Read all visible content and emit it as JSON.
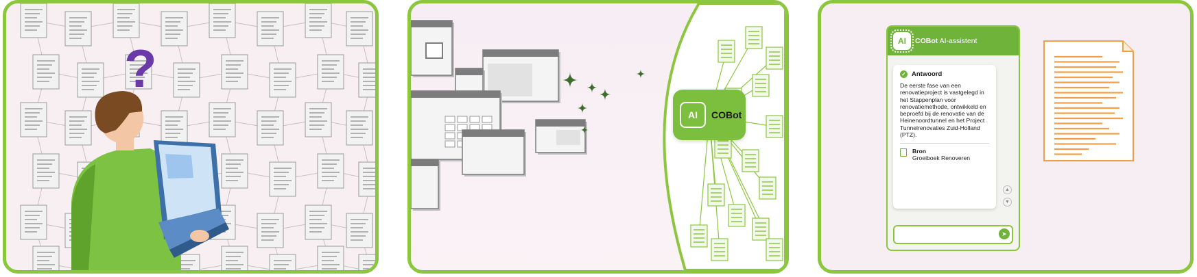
{
  "panel2": {
    "badge_chip": "AI",
    "badge_label": "COBot"
  },
  "panel3": {
    "chat": {
      "chip": "AI",
      "title_brand": "COBot",
      "title_rest": "AI-assistent",
      "answer_heading": "Antwoord",
      "answer_text": "De eerste fase van een renovatieproject is vastgelegd in het Stappenplan voor renovatiemethode, ontwikkeld en beproefd bij de renovatie van de Heinenoordtunnel en het Project Tunnelrenovaties Zuid-Holland (PTZ).",
      "source_label": "Bron",
      "source_value": "Groeiboek Renoveren"
    }
  },
  "colors": {
    "brand_green": "#8cc63f",
    "dark_green": "#6fb33a",
    "accent_orange": "#f0a04b",
    "panel_bg": "#f8eff3"
  },
  "icons": [
    "question-mark-icon",
    "image-icon",
    "sparkle-icon",
    "ai-chip-icon",
    "check-icon",
    "document-icon",
    "thumbs-up-icon",
    "thumbs-down-icon",
    "send-icon"
  ]
}
